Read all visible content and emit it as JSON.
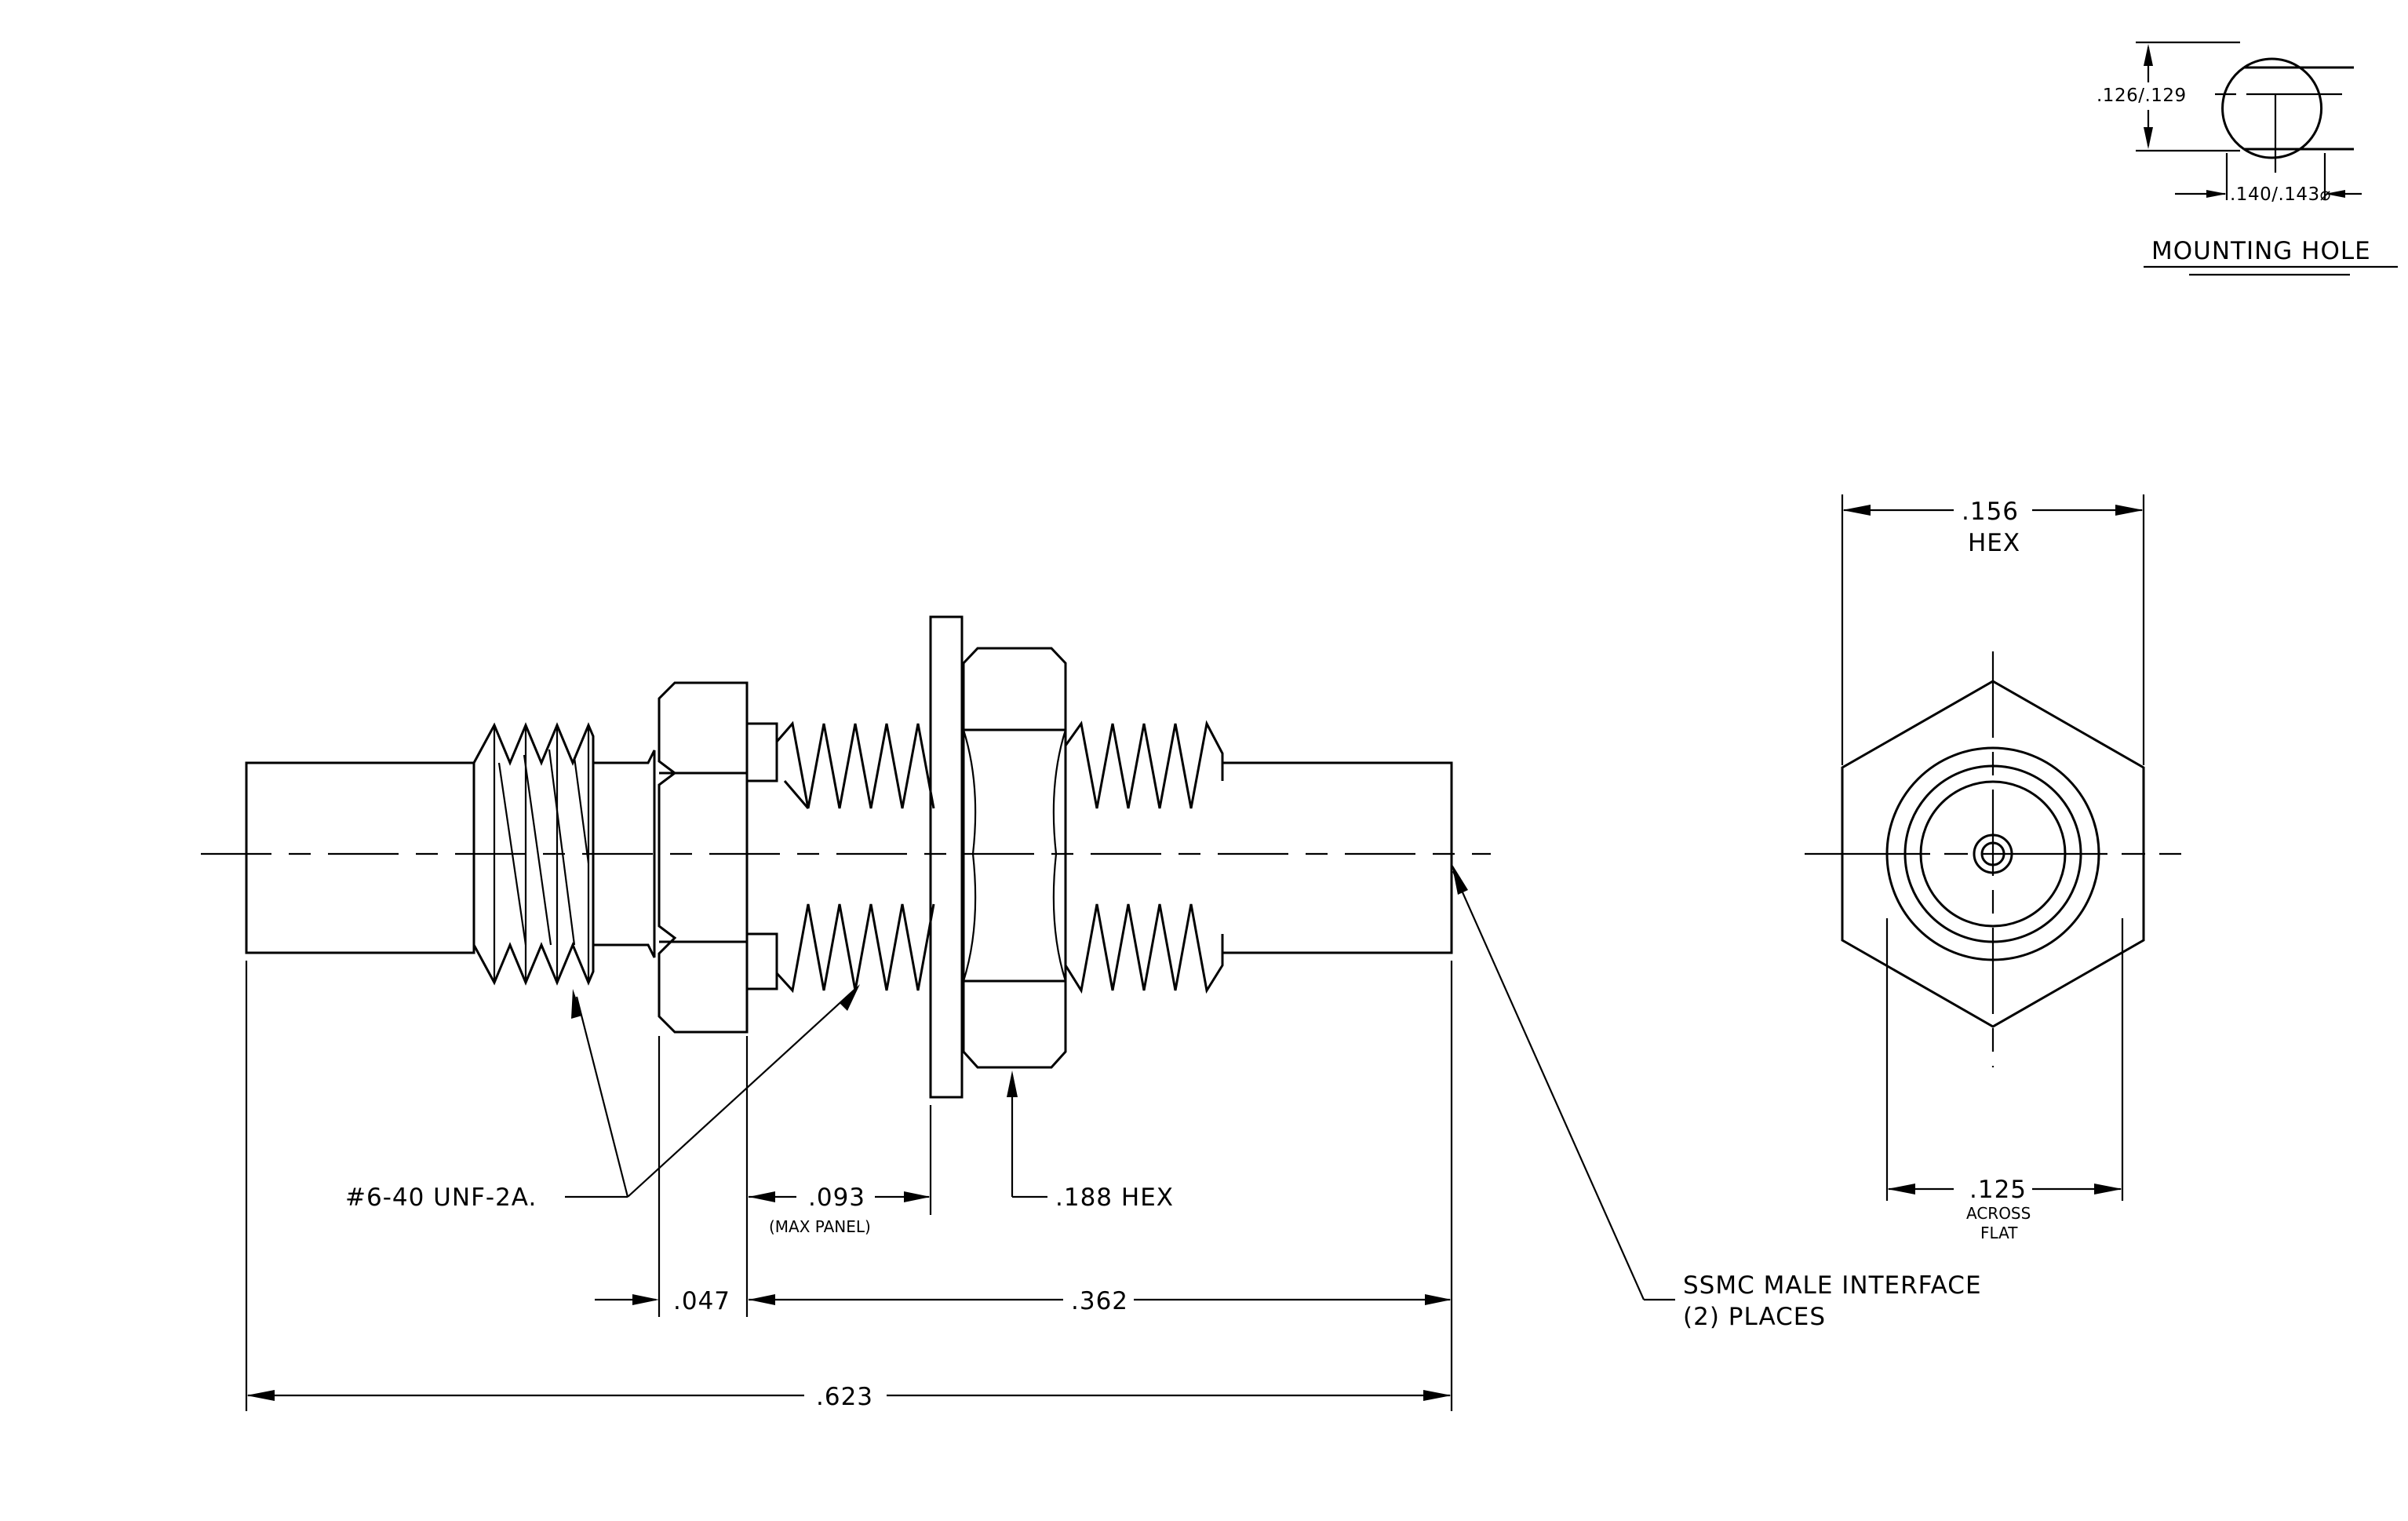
{
  "mounting_hole": {
    "title": "MOUNTING HOLE",
    "flat_dim": ".126/.129",
    "dia_dim": ".140/.143⌀"
  },
  "side_view": {
    "thread_callout": "#6-40 UNF-2A.",
    "panel_dim": ".093",
    "panel_note": "(MAX PANEL)",
    "hex_nut_callout": ".188 HEX",
    "step_dim": ".047",
    "body_dim": ".362",
    "overall_dim": ".623",
    "interface_note_line1": "SSMC MALE INTERFACE",
    "interface_note_line2": "(2)  PLACES"
  },
  "end_view": {
    "hex_dim": ".156",
    "hex_label": "HEX",
    "flat_dim": ".125",
    "flat_label_1": "ACROSS",
    "flat_label_2": "FLAT"
  }
}
